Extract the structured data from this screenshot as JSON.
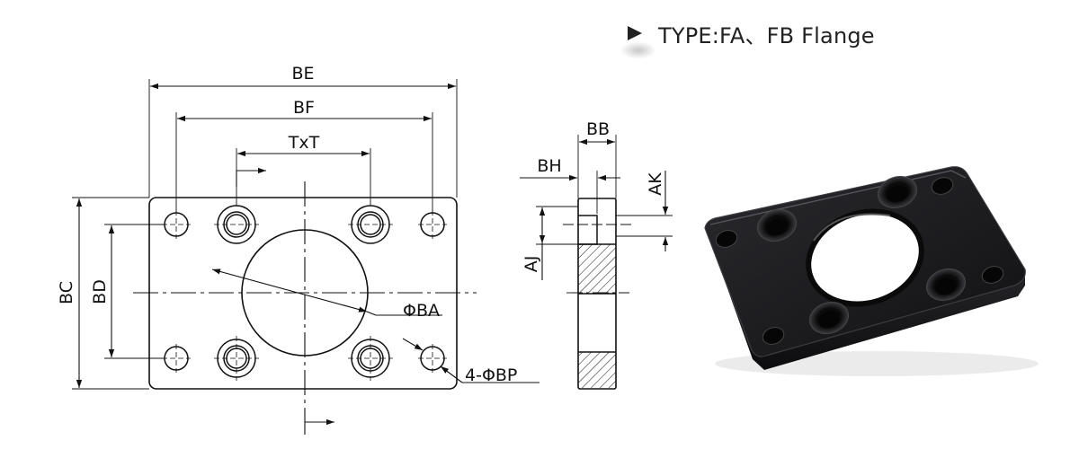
{
  "header": {
    "title": "TYPE:FA、FB Flange",
    "bullet_icon": "triangle-right-icon"
  },
  "front_view": {
    "labels": {
      "be": "BE",
      "bf": "BF",
      "txt": "TxT",
      "bc": "BC",
      "bd": "BD",
      "ba": "ΦBA",
      "bp": "4-ΦBP"
    }
  },
  "side_view": {
    "labels": {
      "bb": "BB",
      "bh": "BH",
      "ak": "AK",
      "aj": "AJ"
    }
  },
  "photo": {
    "icon": "flange-plate-photo-icon",
    "colors": {
      "body": "#1c1c1e",
      "edge": "#3b3b40",
      "hole": "#ffffff"
    }
  }
}
